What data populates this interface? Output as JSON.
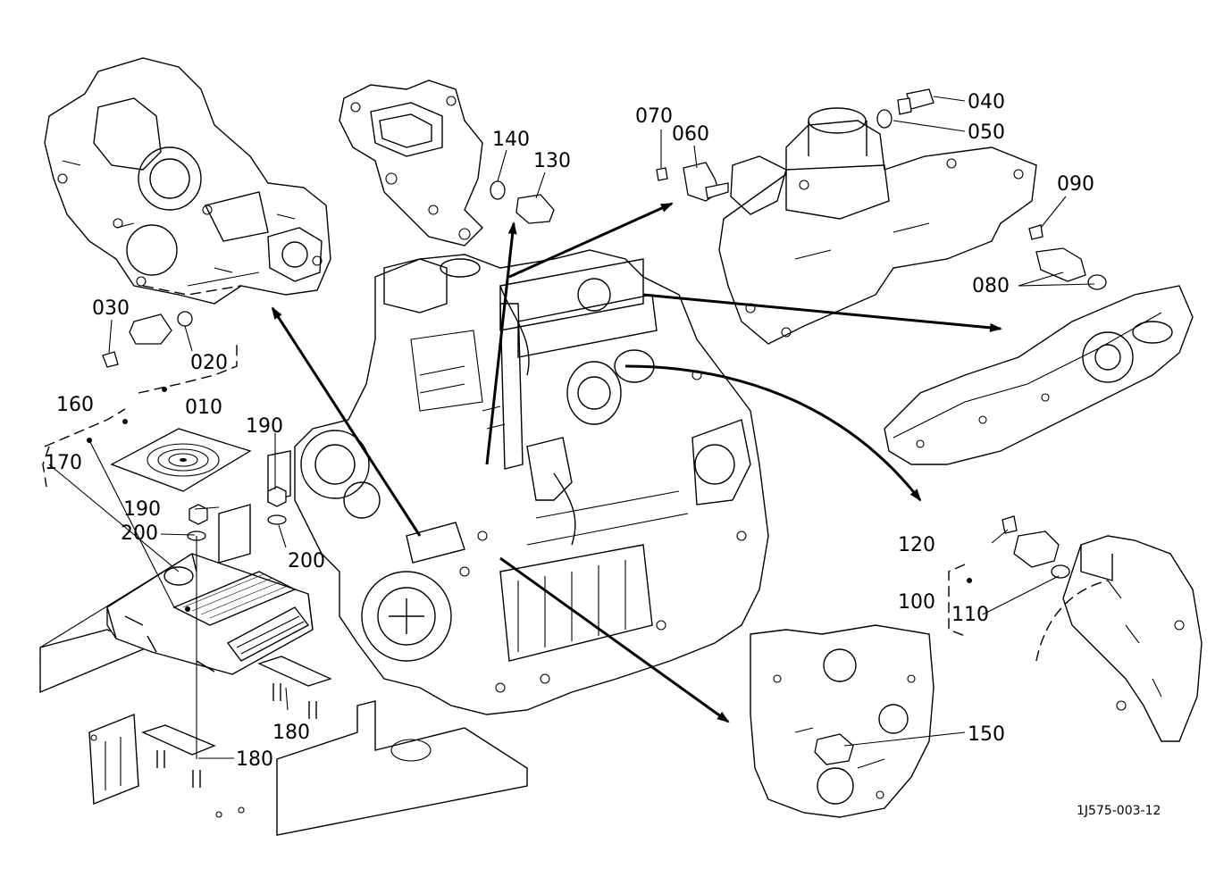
{
  "callouts": [
    {
      "id": "c040",
      "label": "040"
    },
    {
      "id": "c050",
      "label": "050"
    },
    {
      "id": "c070",
      "label": "070"
    },
    {
      "id": "c060",
      "label": "060"
    },
    {
      "id": "c140",
      "label": "140"
    },
    {
      "id": "c130",
      "label": "130"
    },
    {
      "id": "c090",
      "label": "090"
    },
    {
      "id": "c080",
      "label": "080"
    },
    {
      "id": "c030",
      "label": "030"
    },
    {
      "id": "c020",
      "label": "020"
    },
    {
      "id": "c010",
      "label": "010"
    },
    {
      "id": "c160",
      "label": "160"
    },
    {
      "id": "c170",
      "label": "170"
    },
    {
      "id": "c190a",
      "label": "190"
    },
    {
      "id": "c190b",
      "label": "190"
    },
    {
      "id": "c200a",
      "label": "200"
    },
    {
      "id": "c200b",
      "label": "200"
    },
    {
      "id": "c120",
      "label": "120"
    },
    {
      "id": "c100",
      "label": "100"
    },
    {
      "id": "c110",
      "label": "110"
    },
    {
      "id": "c180a",
      "label": "180"
    },
    {
      "id": "c180b",
      "label": "180"
    },
    {
      "id": "c150",
      "label": "150"
    }
  ],
  "drawing_reference": "1J575-003-12"
}
